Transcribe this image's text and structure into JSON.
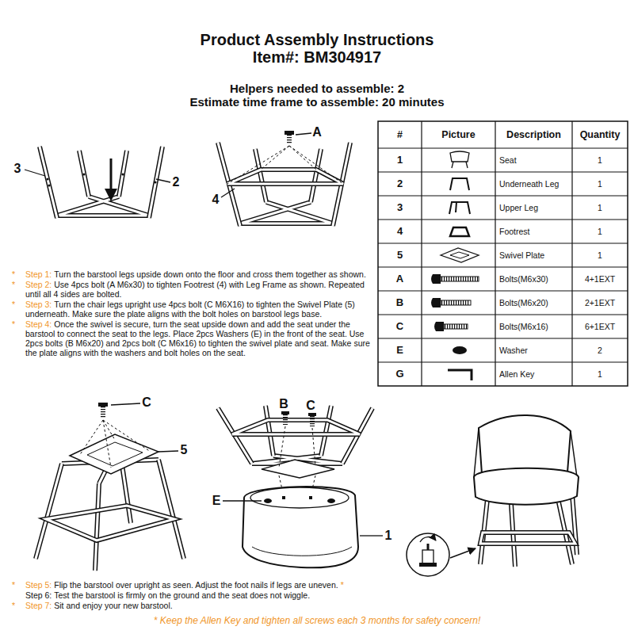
{
  "diagram": {
    "title": "Product Assembly Instructions",
    "labels": [
      "Item#: BM304917",
      "Helpers needed to assemble: 2",
      "Estimate time frame to assemble: 20 minutes",
      "3",
      "2",
      "A",
      "4",
      "#",
      "Picture",
      "Description",
      "Quantity",
      "1",
      "Seat",
      "1",
      "2",
      "Underneath Leg",
      "1",
      "3",
      "Upper Leg",
      "1",
      "4",
      "Footrest",
      "1",
      "5",
      "Swivel Plate",
      "1",
      "A",
      "Bolts(M6x30)",
      "4+1EXT",
      "B",
      "Bolts(M6x20)",
      "2+1EXT",
      "C",
      "Bolts(M6x16)",
      "6+1EXT",
      "E",
      "Washer",
      "2",
      "G",
      "Allen Key",
      "1",
      "*",
      "Step 1:",
      "Turn the barstool legs upside down onto the floor and cross them together as shown.",
      "*",
      "Step 2:",
      "Use 4pcs bolt (A M6x30) to tighten Footrest (4) with Leg Frame as shown. Repeated until all 4 sides are bolted.",
      "*",
      "Step 3:",
      "Turn the chair legs upright use 4pcs bolt (C M6X16) to tighten the Swivel Plate (5) underneath. Make sure the plate aligns with the bolt holes on barstool legs base.",
      "*",
      "Step 4:",
      "Once the swivel is secure, turn the seat upside down and add the seat under the barstool to connect the seat to the legs. Place 2pcs Washers (E) in the front of the seat. Use 2pcs bolts (B M6x20) and 2pcs bolt (C M6x16) to tighten the swivel plate and seat. Make sure the plate aligns with the washers and bolt holes on the seat.",
      "C",
      "5",
      "B",
      "C",
      "E",
      "1",
      "*",
      "Step 5:",
      "Flip the barstool over upright as seen. Adjust the foot nails if legs are uneven.",
      "*",
      "Step 6:",
      "Test the barstool is firmly on the ground and the seat does not wiggle.",
      "*",
      "Step 7:",
      "Sit and enjoy your new barstool.",
      "* Keep the Allen Key and tighten all screws each 3 months for safety concern!"
    ]
  }
}
